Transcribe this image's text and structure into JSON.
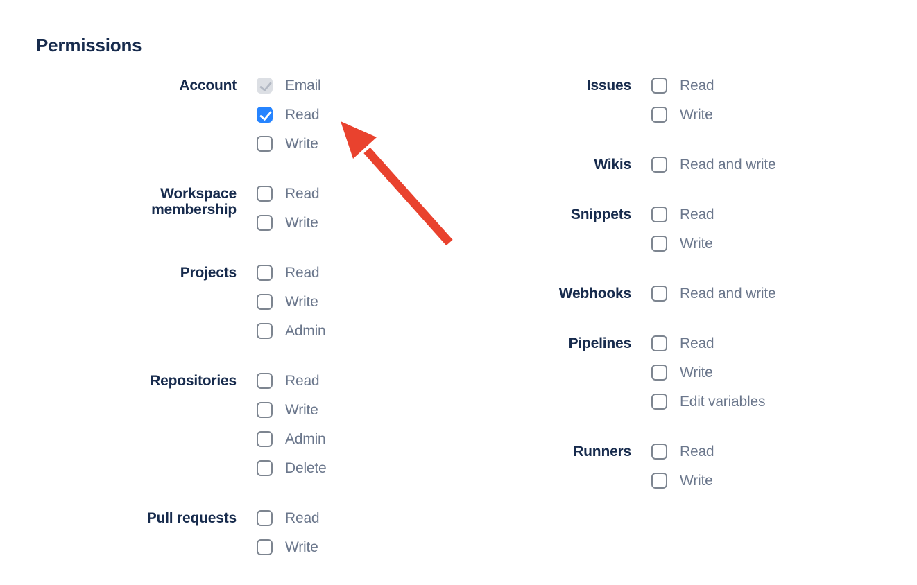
{
  "heading": "Permissions",
  "colors": {
    "heading_text": "#172B4D",
    "group_label_text": "#172B4D",
    "option_label_text": "#6B778C",
    "checkbox_border": "#7D8590",
    "checkbox_checked_bg": "#2684FF",
    "checkbox_disabled_bg": "#DCDFE4",
    "arrow": "#E9422E"
  },
  "columns": [
    {
      "groups": [
        {
          "label": "Account",
          "options": [
            {
              "label": "Email",
              "checked": true,
              "disabled": true
            },
            {
              "label": "Read",
              "checked": true,
              "disabled": false
            },
            {
              "label": "Write",
              "checked": false,
              "disabled": false
            }
          ]
        },
        {
          "label": "Workspace membership",
          "options": [
            {
              "label": "Read",
              "checked": false,
              "disabled": false
            },
            {
              "label": "Write",
              "checked": false,
              "disabled": false
            }
          ]
        },
        {
          "label": "Projects",
          "options": [
            {
              "label": "Read",
              "checked": false,
              "disabled": false
            },
            {
              "label": "Write",
              "checked": false,
              "disabled": false
            },
            {
              "label": "Admin",
              "checked": false,
              "disabled": false
            }
          ]
        },
        {
          "label": "Repositories",
          "options": [
            {
              "label": "Read",
              "checked": false,
              "disabled": false
            },
            {
              "label": "Write",
              "checked": false,
              "disabled": false
            },
            {
              "label": "Admin",
              "checked": false,
              "disabled": false
            },
            {
              "label": "Delete",
              "checked": false,
              "disabled": false
            }
          ]
        },
        {
          "label": "Pull requests",
          "options": [
            {
              "label": "Read",
              "checked": false,
              "disabled": false
            },
            {
              "label": "Write",
              "checked": false,
              "disabled": false
            }
          ]
        }
      ]
    },
    {
      "groups": [
        {
          "label": "Issues",
          "options": [
            {
              "label": "Read",
              "checked": false,
              "disabled": false
            },
            {
              "label": "Write",
              "checked": false,
              "disabled": false
            }
          ]
        },
        {
          "label": "Wikis",
          "options": [
            {
              "label": "Read and write",
              "checked": false,
              "disabled": false
            }
          ]
        },
        {
          "label": "Snippets",
          "options": [
            {
              "label": "Read",
              "checked": false,
              "disabled": false
            },
            {
              "label": "Write",
              "checked": false,
              "disabled": false
            }
          ]
        },
        {
          "label": "Webhooks",
          "options": [
            {
              "label": "Read and write",
              "checked": false,
              "disabled": false
            }
          ]
        },
        {
          "label": "Pipelines",
          "options": [
            {
              "label": "Read",
              "checked": false,
              "disabled": false
            },
            {
              "label": "Write",
              "checked": false,
              "disabled": false
            },
            {
              "label": "Edit variables",
              "checked": false,
              "disabled": false
            }
          ]
        },
        {
          "label": "Runners",
          "options": [
            {
              "label": "Read",
              "checked": false,
              "disabled": false
            },
            {
              "label": "Write",
              "checked": false,
              "disabled": false
            }
          ]
        }
      ]
    }
  ],
  "annotation": {
    "type": "arrow",
    "color": "#E9422E",
    "points_at": "account-read-checkbox"
  }
}
